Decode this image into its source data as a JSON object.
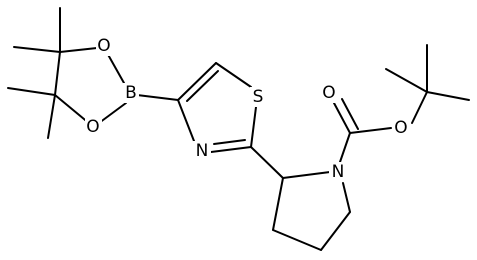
{
  "atoms": {
    "s1": "S",
    "n1": "N",
    "b1": "B",
    "o_dox1": "O",
    "o_dox2": "O",
    "n_pyr": "N",
    "o_carbonyl": "O",
    "o_ester": "O"
  }
}
